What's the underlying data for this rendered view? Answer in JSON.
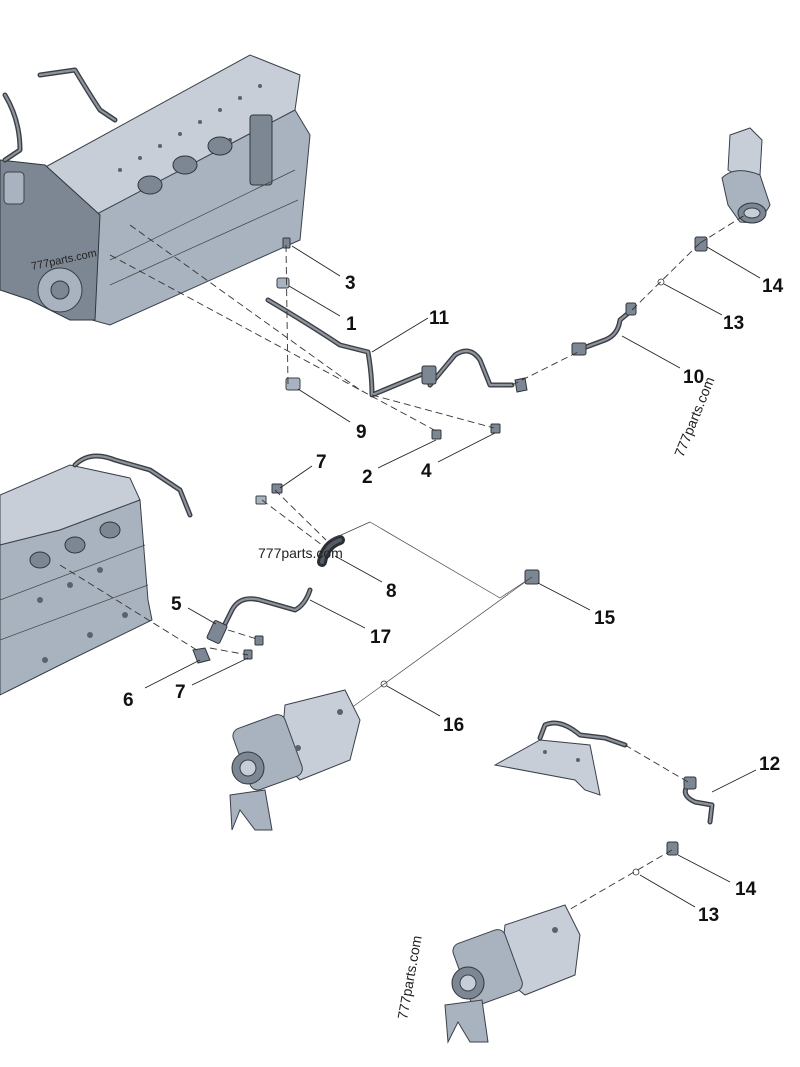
{
  "callouts": [
    {
      "id": "c3",
      "text": "3"
    },
    {
      "id": "c1",
      "text": "1"
    },
    {
      "id": "c11",
      "text": "11"
    },
    {
      "id": "c14a",
      "text": "14"
    },
    {
      "id": "c13a",
      "text": "13"
    },
    {
      "id": "c10",
      "text": "10"
    },
    {
      "id": "c9",
      "text": "9"
    },
    {
      "id": "c2",
      "text": "2"
    },
    {
      "id": "c4",
      "text": "4"
    },
    {
      "id": "c7a",
      "text": "7"
    },
    {
      "id": "c8",
      "text": "8"
    },
    {
      "id": "c15",
      "text": "15"
    },
    {
      "id": "c5",
      "text": "5"
    },
    {
      "id": "c17",
      "text": "17"
    },
    {
      "id": "c6",
      "text": "6"
    },
    {
      "id": "c7b",
      "text": "7"
    },
    {
      "id": "c16",
      "text": "16"
    },
    {
      "id": "c12",
      "text": "12"
    },
    {
      "id": "c14b",
      "text": "14"
    },
    {
      "id": "c13b",
      "text": "13"
    }
  ],
  "watermarks": [
    {
      "id": "wm-engine-top",
      "text": "777parts.com"
    },
    {
      "id": "wm-right",
      "text": "777parts.com"
    },
    {
      "id": "wm-center",
      "text": "777parts.com"
    },
    {
      "id": "wm-bottom",
      "text": "777parts.com"
    }
  ]
}
